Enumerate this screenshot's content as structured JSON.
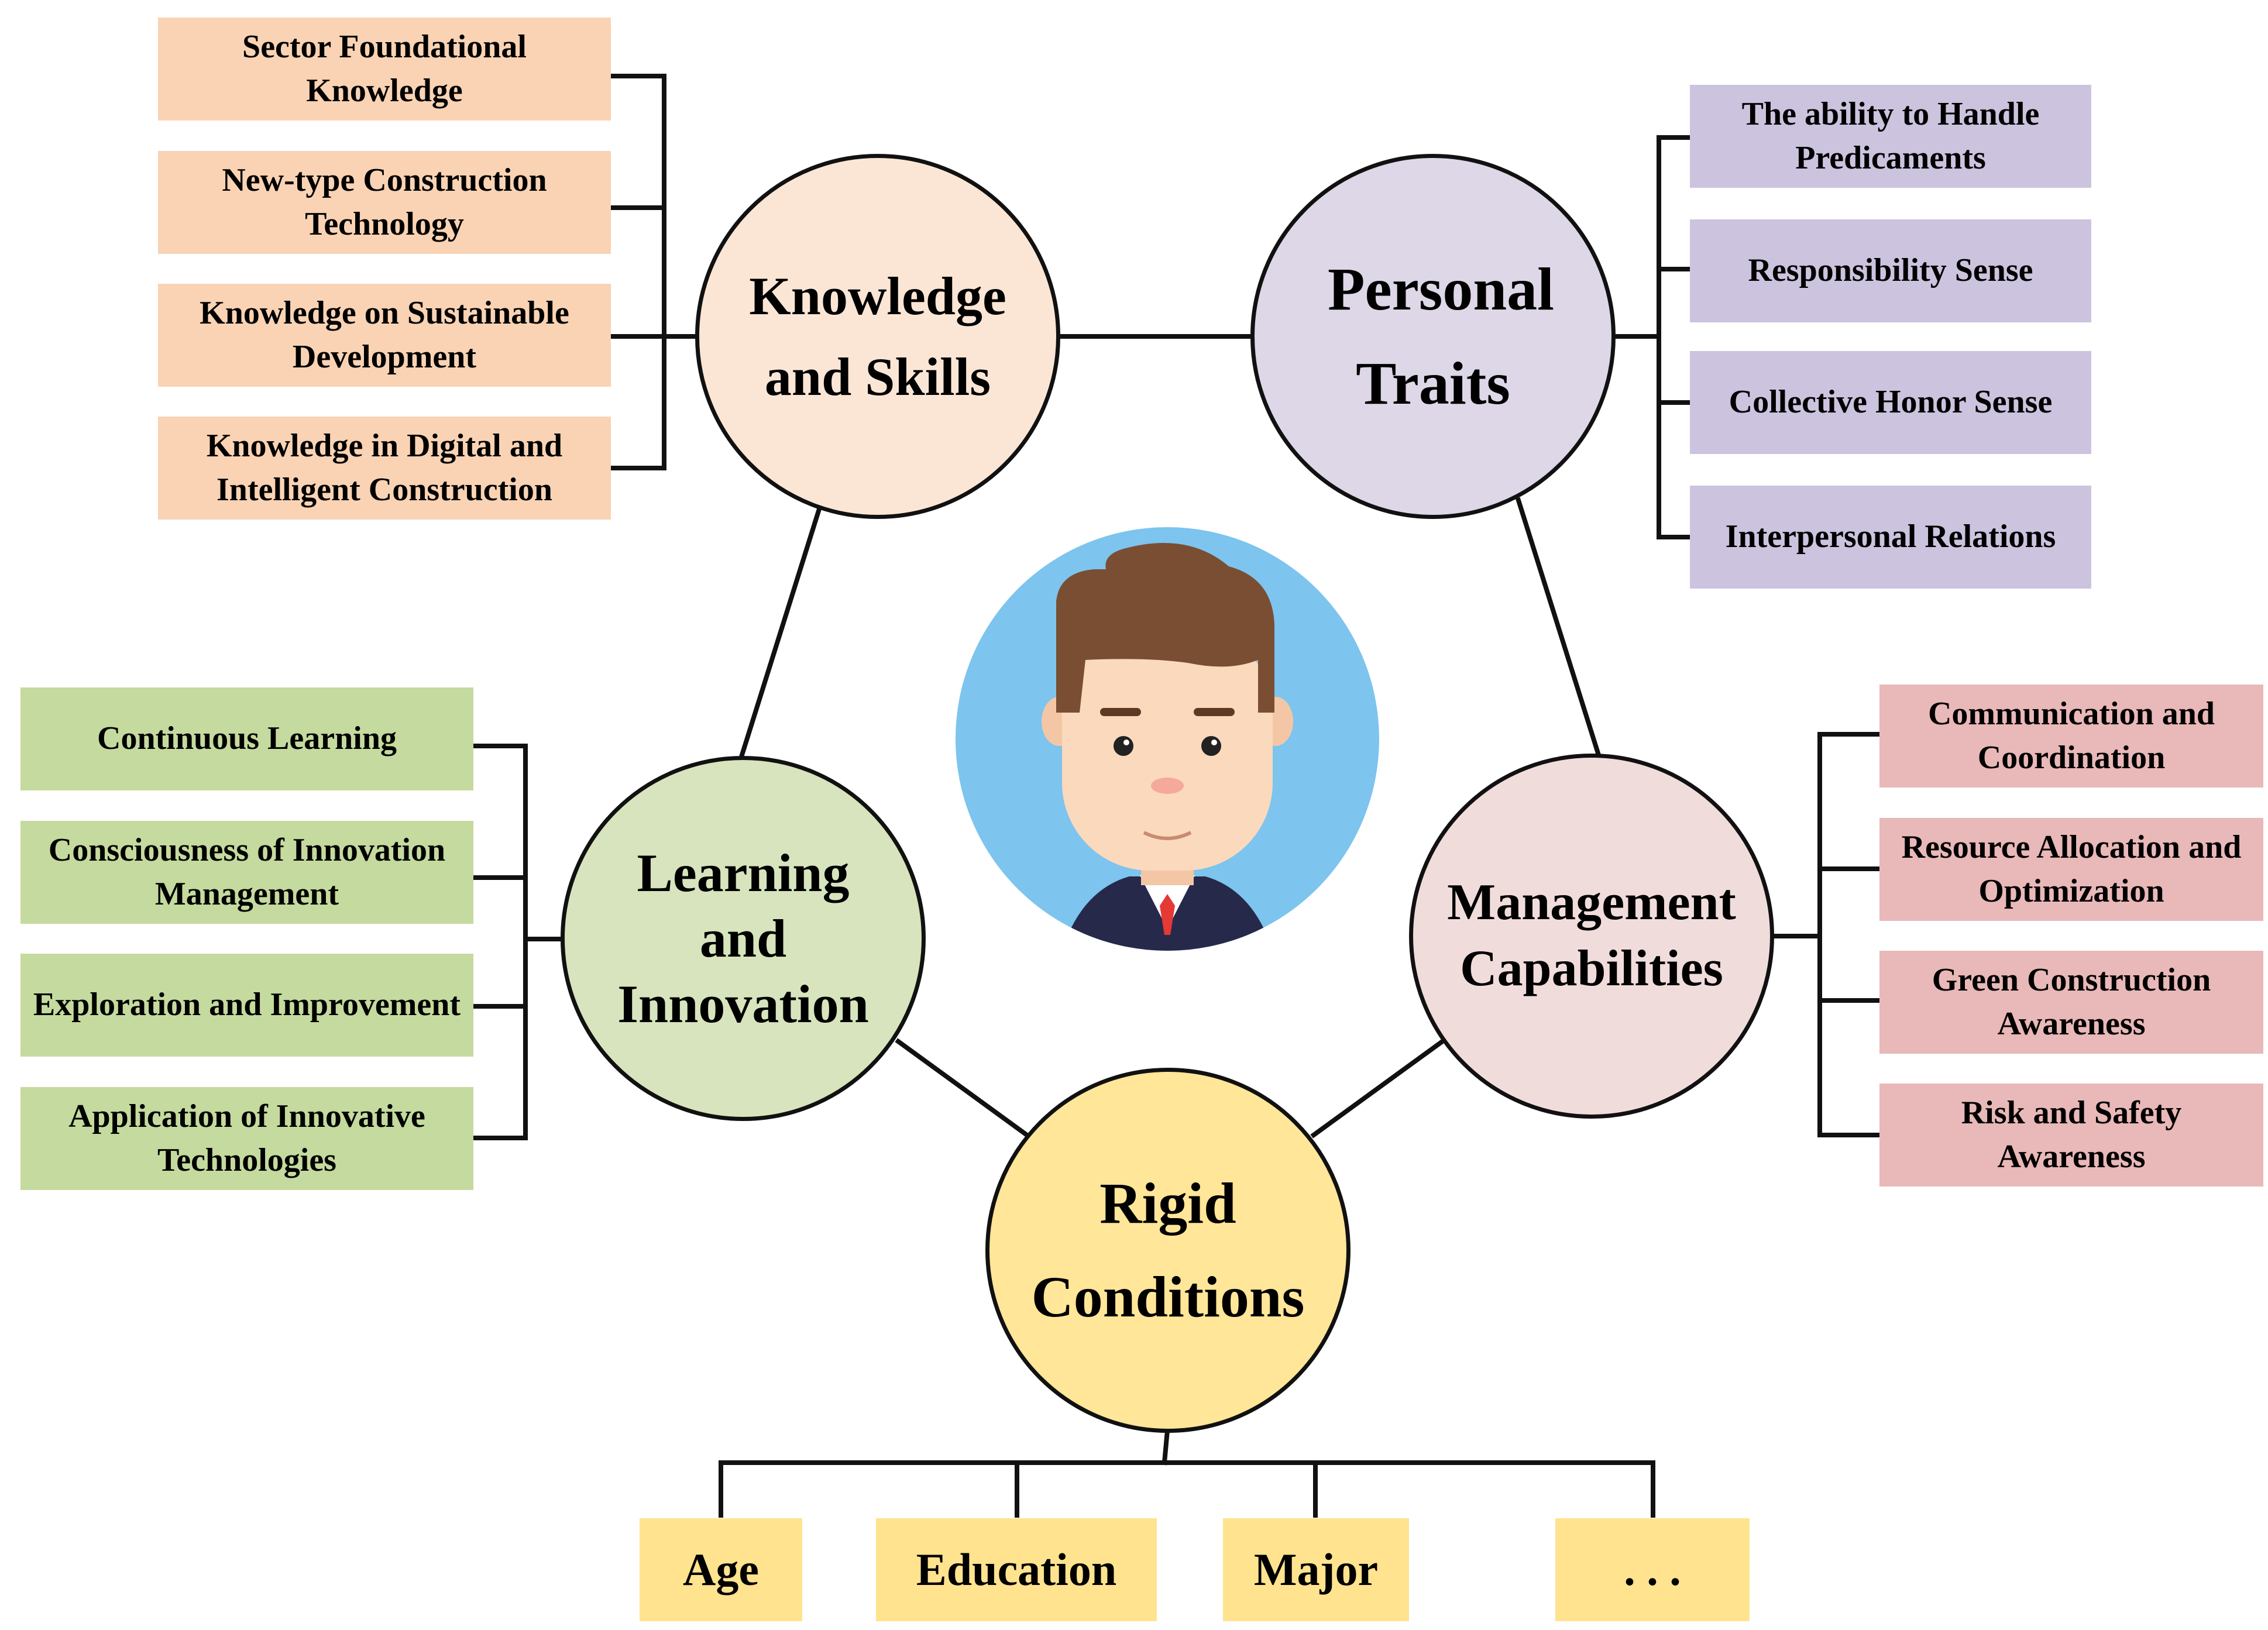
{
  "categories": {
    "knowledge": {
      "title": "Knowledge and Skills",
      "color": "#FBE6D6"
    },
    "personal": {
      "title": "Personal Traits",
      "color": "#DDD7E7"
    },
    "learning": {
      "title": "Learning and Innovation",
      "color": "#D7E4BD"
    },
    "management": {
      "title": "Management Capabilities",
      "color": "#F1DCDC"
    },
    "rigid": {
      "title": "Rigid Conditions",
      "color": "#FFE699"
    }
  },
  "knowledge_items": [
    "Sector Foundational Knowledge",
    "New-type Construction Technology",
    "Knowledge on Sustainable Development",
    "Knowledge in Digital and Intelligent Construction"
  ],
  "personal_items": [
    "The ability to Handle Predicaments",
    "Responsibility Sense",
    "Collective Honor Sense",
    "Interpersonal Relations"
  ],
  "learning_items": [
    "Continuous Learning",
    "Consciousness of Innovation Management",
    "Exploration and Improvement",
    "Application of Innovative Technologies"
  ],
  "management_items": [
    "Communication and Coordination",
    "Resource Allocation and Optimization",
    "Green Construction Awareness",
    "Risk and Safety Awareness"
  ],
  "rigid_items": [
    "Age",
    "Education",
    "Major",
    ". . ."
  ],
  "center_icon": "person-avatar-icon",
  "colors": {
    "orange_box": "#F9D3B4",
    "purple_box": "#CCC3DE",
    "green_box": "#C5DA9E",
    "pink_box": "#E9B8B8",
    "yellow_box": "#FFE38F",
    "avatar_background": "#7DC4EE",
    "line": "#111111"
  }
}
